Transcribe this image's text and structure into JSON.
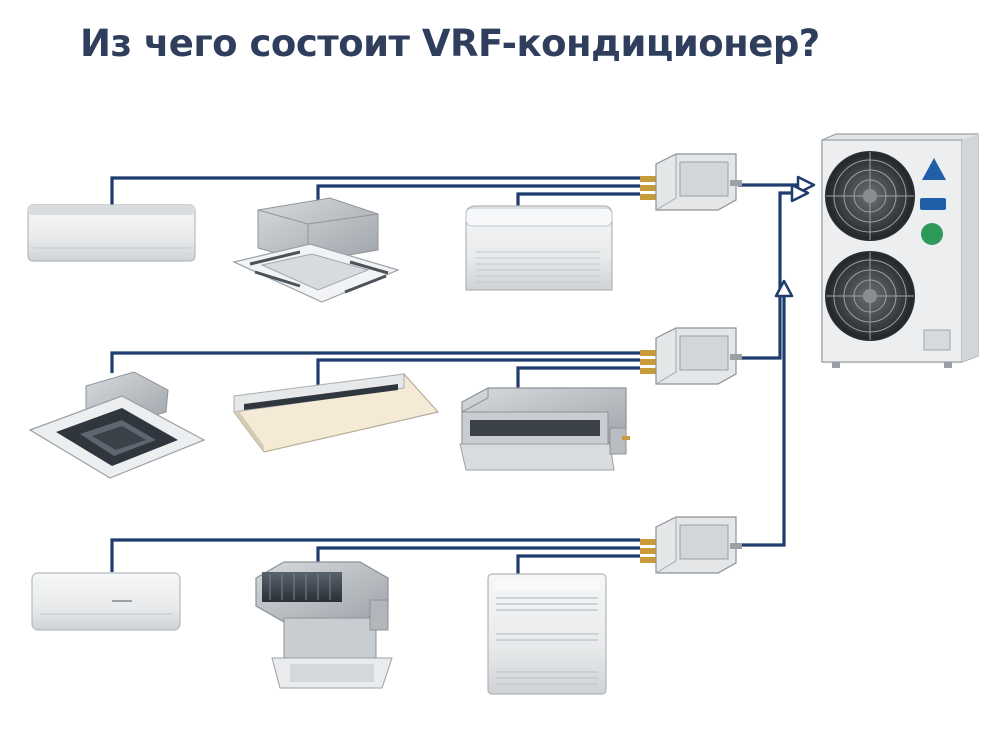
{
  "title": "Из чего состоит VRF-кондиционер?",
  "colors": {
    "title": "#2e3e5c",
    "pipe": "#1e3c6e",
    "unit_body": "#eef0f1",
    "unit_outline": "#9aa0a6",
    "metal": "#b9bec3",
    "dark_grille": "#333b44",
    "brand_blue": "#1f5fa8",
    "brand_green": "#2e9a5a",
    "copper": "#c89a3a"
  },
  "components": {
    "outdoor_unit": {
      "name": "outdoor-unit",
      "fans": 2
    },
    "distributors": [
      "refnet-joint-1",
      "refnet-joint-2",
      "refnet-joint-3"
    ],
    "indoor_units": [
      [
        "wall-mounted",
        "ceiling-cassette-4way",
        "floor-ceiling"
      ],
      [
        "ceiling-cassette-round",
        "ceiling-suspended",
        "ducted-slim"
      ],
      [
        "wall-mounted-compact",
        "ducted-high-pressure",
        "floor-console"
      ]
    ]
  }
}
